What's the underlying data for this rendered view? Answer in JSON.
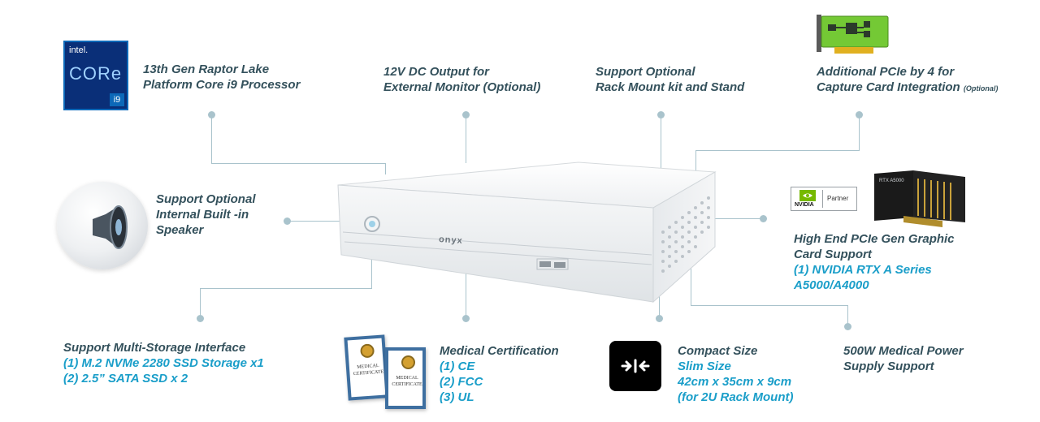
{
  "colors": {
    "heading": "#34515c",
    "highlight": "#1a9ec9",
    "connector": "#a9c3cc"
  },
  "intel_badge": {
    "brand": "intel.",
    "line": "CORe",
    "tier": "i9"
  },
  "features": {
    "processor": {
      "line1": "13th Gen Raptor Lake",
      "line2": "Platform Core i9 Processor"
    },
    "dc_output": {
      "line1": "12V DC Output for",
      "line2": "External Monitor (Optional)"
    },
    "rack": {
      "line1": "Support Optional",
      "line2": "Rack Mount kit and Stand"
    },
    "pcie": {
      "line1": "Additional PCIe by 4 for",
      "line2": "Capture Card Integration",
      "note": "(Optional)"
    },
    "speaker": {
      "line1": "Support Optional",
      "line2": "Internal Built -in",
      "line3": "Speaker"
    },
    "graphics": {
      "line1": "High End PCIe Gen Graphic",
      "line2": "Card Support",
      "hl1": "(1) NVIDIA RTX A Series",
      "hl2": "A5000/A4000"
    },
    "storage": {
      "line1": "Support Multi-Storage Interface",
      "hl1": "(1) M.2 NVMe 2280 SSD Storage x1",
      "hl2": "(2) 2.5” SATA SSD x 2"
    },
    "medical": {
      "line1": "Medical Certification",
      "hl1": "(1) CE",
      "hl2": "(2) FCC",
      "hl3": "(3) UL"
    },
    "compact": {
      "line1": "Compact Size",
      "hl1": "Slim Size",
      "hl2": "42cm x 35cm x 9cm",
      "hl3": "(for 2U Rack Mount)"
    },
    "power": {
      "line1": "500W Medical Power",
      "line2": "Supply Support"
    }
  },
  "nvidia_badge": {
    "brand": "NVIDIA",
    "label": "Partner"
  },
  "gpu_label": "RTX A5000",
  "device_brand": "onyx",
  "certificate_text": {
    "line1": "MEDICAL",
    "line2": "CERTIFICATE"
  },
  "icons": [
    "intel-core-i9-logo",
    "pcie-card-icon",
    "speaker-icon",
    "nvidia-partner-logo",
    "gpu-card-image",
    "medical-certificate-icon",
    "compress-arrows-icon",
    "medical-pc-device"
  ]
}
